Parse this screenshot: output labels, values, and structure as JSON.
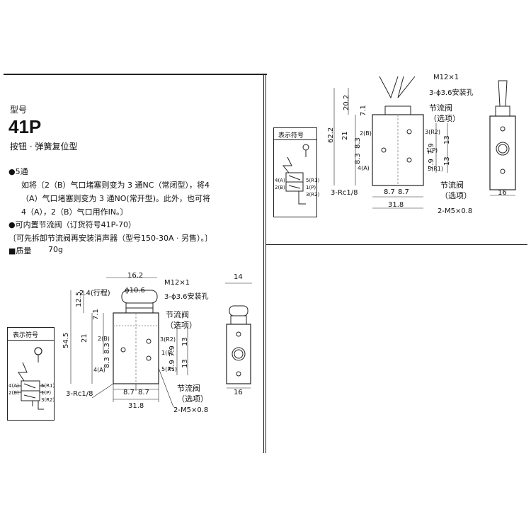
{
  "header": {
    "type_label": "型号",
    "model": "41P",
    "subtitle": "按钮 · 弹簧复位型"
  },
  "notes": {
    "bullet1_title": "●5通",
    "bullet1_line1": "如将〔2（B）气口堵塞则变为 3 通NC（常闭型），将4",
    "bullet1_line2": "（A）气口堵塞则变为 3 通NO(常开型)。此外，也可将",
    "bullet1_line3": "4（A），2（B）气口用作IN。〕",
    "bullet2_title": "●可内置节流阀（订货符号41P-70）",
    "bullet2_line1": "〔可先拆卸节流阀再安装消声器（型号150-30A · 另售）。〕",
    "mass_label": "■质量",
    "mass_value": "70g"
  },
  "symbol_box": {
    "title": "表示符号",
    "ports": [
      "4(A)",
      "2(B)",
      "5(R1)",
      "1(P)",
      "3(R2)"
    ]
  },
  "drawing_main": {
    "dim_16_2": "16.2",
    "dim_m12": "M12×1",
    "dim_stroke": "2.4(行程)",
    "dim_phi10_6": "ϕ10.6",
    "mount_hole": "3-ϕ3.6安装孔",
    "dim_12_5": "12.5",
    "dim_7_1": "7.1",
    "dim_54_5": "54.5",
    "dim_21": "21",
    "dim_8_3a": "8.3",
    "dim_8_3b": "8.3",
    "port_2b": "2(B)",
    "port_4a": "4(A)",
    "port_3r2": "3(R2)",
    "port_1p": "1(P)",
    "port_5r1": "5(R1)",
    "throttle1": "节流阀",
    "throttle1_opt": "（选项）",
    "throttle2": "节流阀",
    "throttle2_opt": "（选项）",
    "dim_13a": "13",
    "dim_13b": "13",
    "dim_7_9": "7.9",
    "dim_7_9b": "7.9",
    "rc": "3-Rc1/8",
    "dim_8_7a": "8.7",
    "dim_8_7b": "8.7",
    "dim_31_8": "31.8",
    "m5": "2-M5×0.8",
    "side_w14": "14",
    "side_w16": "16"
  },
  "drawing_top": {
    "dim_m12": "M12×1",
    "mount_hole": "3-ϕ3.6安装孔",
    "dim_20_2": "20.2",
    "dim_7_1": "7.1",
    "dim_62_2": "62.2",
    "dim_21": "21",
    "dim_8_3a": "8.3",
    "dim_8_3b": "8.3",
    "port_2b": "2(B)",
    "port_4a": "4(A)",
    "port_3r2": "3(R2)",
    "port_1p": "1(P)",
    "port_5r1": "5(R1)",
    "throttle1": "节流阀",
    "throttle1_opt": "（选项）",
    "throttle2": "节流阀",
    "throttle2_opt": "（选项）",
    "dim_13a": "13",
    "dim_13b": "13",
    "dim_7_9": "7.9",
    "dim_7_9b": "7.9",
    "rc": "3-Rc1/8",
    "dim_8_7a": "8.7",
    "dim_8_7b": "8.7",
    "dim_31_8": "31.8",
    "m5": "2-M5×0.8",
    "side_w16": "16"
  }
}
